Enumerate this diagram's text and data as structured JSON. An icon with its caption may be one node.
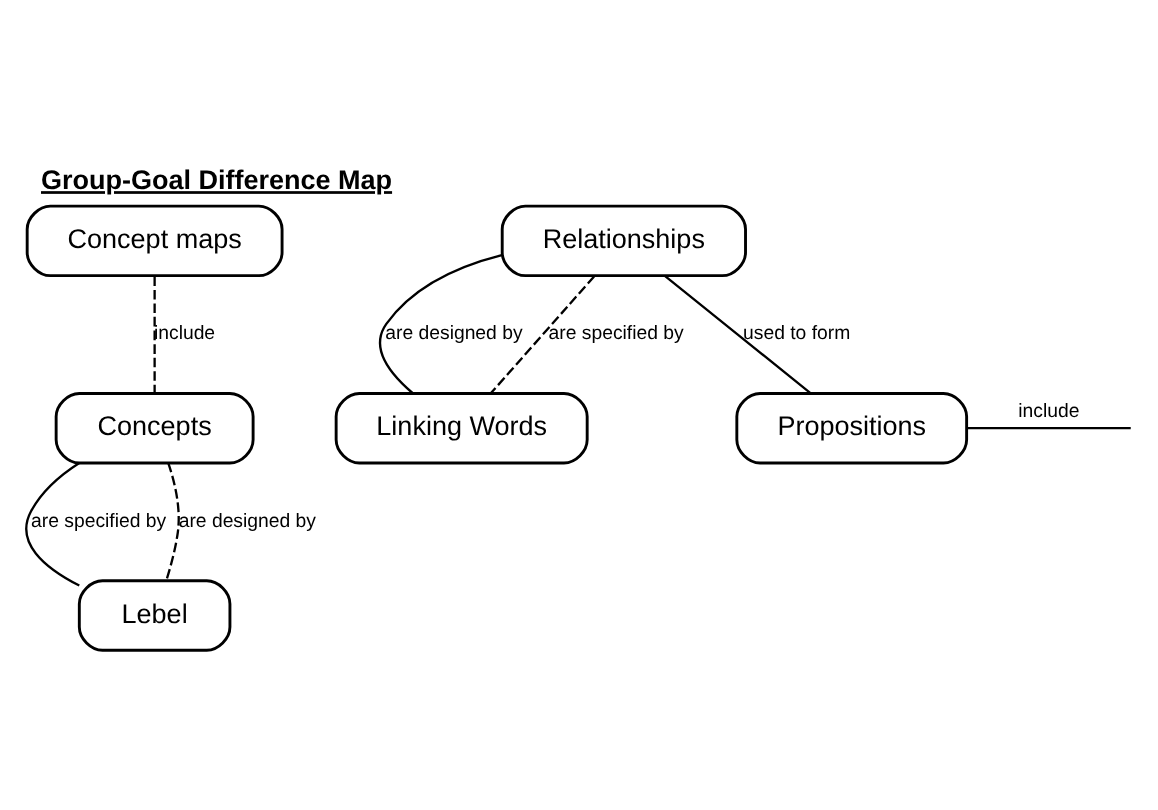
{
  "diagram": {
    "title": "Group-Goal Difference Map",
    "nodes": [
      {
        "text": [
          "Concept maps"
        ]
      },
      {
        "text": [
          "Concepts"
        ]
      },
      {
        "text": [
          "Lebel"
        ]
      },
      {
        "text": [
          "Relationships"
        ]
      },
      {
        "text": [
          "Linking Words"
        ]
      },
      {
        "text": [
          "Propositions"
        ]
      }
    ],
    "edges": [
      {
        "from": 0,
        "to": 1,
        "arrow": "none",
        "style": "dashed",
        "label": "include"
      },
      {
        "from": 1,
        "to": 2,
        "arrow": "none",
        "label": "are specified by"
      },
      {
        "from": 1,
        "to": 2,
        "arrow": "none",
        "style": "dashed",
        "label": "are designed by"
      },
      {
        "from": 3,
        "to": 4,
        "arrow": "none",
        "label": "are designed by"
      },
      {
        "from": 3,
        "to": 4,
        "arrow": "none",
        "style": "dashed",
        "label": "are specified by"
      },
      {
        "from": 3,
        "to": 5,
        "arrow": "none",
        "label": "used to form"
      },
      {
        "from": 5,
        "to": null,
        "arrow": "none",
        "label": "include"
      }
    ]
  }
}
